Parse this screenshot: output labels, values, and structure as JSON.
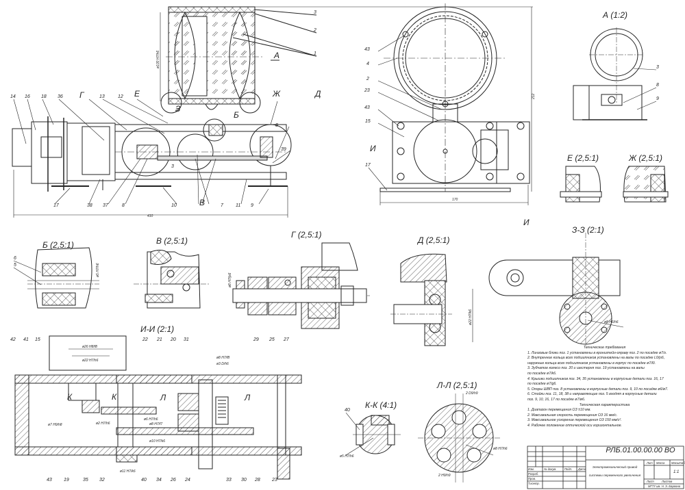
{
  "drawing": {
    "code": "РЛБ.01.00.00.00 ВО",
    "name_line1": "Электромеханический привод",
    "name_line2": "системы переменного увеличения",
    "sheet": "1:1",
    "org": "МГТУ им. Н. Э. Баумана",
    "title_block_headers": {
      "lit": "Лит",
      "mass": "Масса",
      "scale": "Масштаб",
      "sheet": "Лист",
      "sheets": "Листов",
      "change": "Изм.",
      "list": "Лист",
      "doc_no": "№ докум.",
      "sign": "Подп.",
      "date": "Дата",
      "developed": "Разраб.",
      "checked": "Пров.",
      "t_control": "Т.контр.",
      "n_control": "Н.контр.",
      "approved": "Утв."
    }
  },
  "views": {
    "view_a": "А (1:2)",
    "view_e": "Е (2,5:1)",
    "view_zh": "Ж (2,5:1)",
    "view_b": "Б (2,5:1)",
    "view_v": "В (2,5:1)",
    "view_g": "Г (2,5:1)",
    "view_d": "Д (2,5:1)",
    "view_zz": "З-З (2:1)",
    "view_ii": "И-И (2:1)",
    "view_kk": "К-К (4:1)",
    "view_ll": "Л-Л (2,5:1)"
  },
  "markers": {
    "a_arrow": "А",
    "e": "Е",
    "zh": "Ж",
    "d": "Д",
    "g": "Г",
    "b": "Б",
    "v": "В",
    "z": "З",
    "i": "И",
    "k": "К",
    "l": "Л"
  },
  "dimensions": {
    "overall_length": "410",
    "front_width": "170",
    "height": "212",
    "lens_dia": "ø100 H7/h6",
    "fit_b": "ø5 H7/h6",
    "fit_g": "ø8 H7/js6",
    "fit_d": "ø22 H7/k6",
    "fit_zz": "ø8 H6/h6",
    "fit_ii_1": "ø26 H8/f8",
    "fit_ii_2": "ø22 H7/h6",
    "fit_ii_3": "ø7 H9/h8",
    "fit_ii_4": "ø2 H7/h6",
    "fit_ii_5": "ø6 H7/h6",
    "fit_ii_6": "ø8 H7/f7",
    "fit_ii_7": "ø10 H7/k6",
    "fit_ii_8": "ø11 H7/k6",
    "fit_ii_9": "ø8 H7/f8",
    "fit_ii_10": "ø3 D/h6",
    "fit_kk": "ø5 H7/h6",
    "fit_ll_1": "2 D9/h9",
    "fit_ll_2": "ø8 H7/h6",
    "fit_ll_3": "2 H9/h9"
  },
  "callouts_main": [
    "14",
    "16",
    "18",
    "36",
    "Г",
    "13",
    "12",
    "Е",
    "3",
    "Б",
    "Ж",
    "Д",
    "8",
    "39",
    "17",
    "38",
    "37",
    "8",
    "10",
    "В",
    "7",
    "11",
    "9",
    "3"
  ],
  "callouts_top": [
    "3",
    "2",
    "1"
  ],
  "callouts_front": [
    "43",
    "4",
    "2",
    "23",
    "43",
    "15",
    "17"
  ],
  "callouts_a": [
    "3",
    "8",
    "9"
  ],
  "callouts_b": [
    "6",
    "5"
  ],
  "callouts_ii_top": [
    "42",
    "41",
    "15",
    "22",
    "21",
    "20",
    "31",
    "29",
    "25",
    "27"
  ],
  "callouts_ii_bottom": [
    "43",
    "19",
    "35",
    "32",
    "40",
    "34",
    "26",
    "24",
    "33",
    "30",
    "28",
    "23"
  ],
  "callouts_kk": [
    "40"
  ],
  "tech_requirements": {
    "heading": "Технические требования",
    "items": [
      "1. Линзовые блоки поз. 1 установлены в кронштейн-оправу поз. 2 по посадке ø7/г.",
      "2. Внутренние кольца всех подшипников установлены на валы по посадке L0/js6,",
      "наружные кольца всех подшипников установлены в корпус по посадке ø7/l0.",
      "3. Зубчатое колесо поз. 20 и шестерня поз. 19 установлены на валы",
      "по посадке ø7/k6.",
      "4. Крышки подшипников поз. 34, 35 установлены в корпусные детали поз. 16, 17",
      "по посадке ø7/g6.",
      "5. Опоры ШВП поз. 8 установлены в корпусные детали поз. 9, 10 по посадке ø6/ø7.",
      "6. Стойки поз. 11, 18, 38 и направляющие поз. 5 входят в корпусные детали",
      "поз. 9, 10, 16, 17 по посадке ø7/ø6."
    ]
  },
  "tech_characteristics": {
    "heading": "Техническая характеристика",
    "items": [
      "1. Диапазон перемещения ОЗ ±10 мм.",
      "2. Максимальная скорость перемещения ОЗ 16 мм/с.",
      "3. Максимальное ускорение перемещения ОЗ 150 мм/с².",
      "4. Рабочее положение оптической оси горизонтальное."
    ]
  }
}
